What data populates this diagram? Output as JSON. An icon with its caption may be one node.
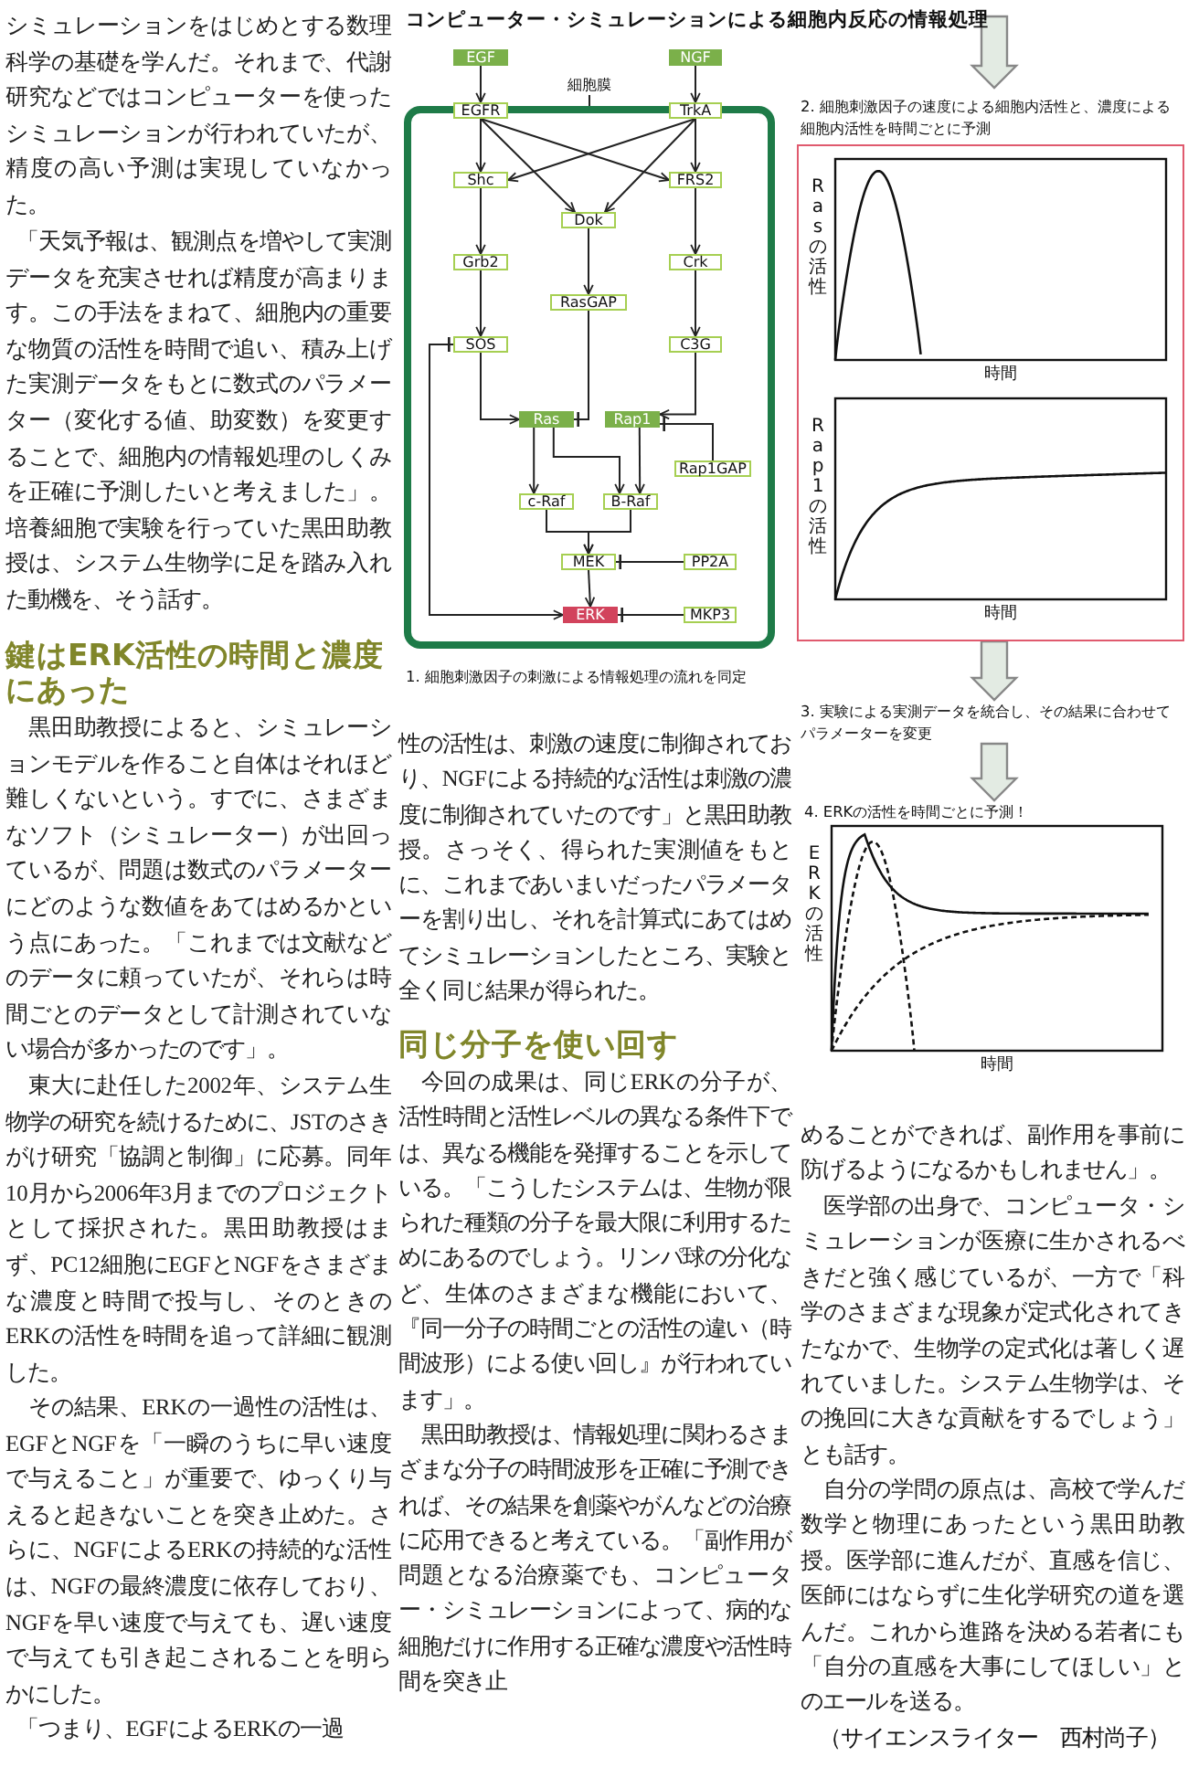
{
  "diagram": {
    "title": "コンピューター・シミュレーションによる細胞内反応の情報処理",
    "nodes": [
      {
        "text": [
          "EGF"
        ]
      },
      {
        "text": [
          "NGF"
        ]
      },
      {
        "text": [
          "細胞膜"
        ]
      },
      {
        "text": [],
        "shape": "box",
        "beside": [
          "1. 細胞刺激因子の刺激による情報処理の流れを同定"
        ]
      },
      {
        "text": [
          "EGFR"
        ]
      },
      {
        "text": [
          "TrkA"
        ]
      },
      {
        "text": [
          "Shc"
        ],
        "in": 3
      },
      {
        "text": [
          "FRS2"
        ],
        "in": 3
      },
      {
        "text": [
          "Dok"
        ],
        "in": 3
      },
      {
        "text": [
          "Grb2"
        ],
        "in": 3
      },
      {
        "text": [
          "Crk"
        ],
        "in": 3
      },
      {
        "text": [
          "RasGAP"
        ],
        "in": 3
      },
      {
        "text": [
          "SOS"
        ],
        "in": 3
      },
      {
        "text": [
          "C3G"
        ],
        "in": 3
      },
      {
        "text": [
          "Ras"
        ],
        "in": 3
      },
      {
        "text": [
          "Rap1"
        ],
        "in": 3
      },
      {
        "text": [
          "Rap1GAP"
        ],
        "in": 3
      },
      {
        "text": [
          "c-Raf"
        ],
        "in": 3
      },
      {
        "text": [
          "B-Raf"
        ],
        "in": 3
      },
      {
        "text": [
          "MEK"
        ],
        "in": 3
      },
      {
        "text": [
          "PP2A"
        ],
        "in": 3
      },
      {
        "text": [
          "ERK"
        ],
        "in": 3
      },
      {
        "text": [
          "MKP3"
        ],
        "in": 3
      },
      {
        "text": [
          "2. 細胞刺激因子の速度による細胞内活性と、濃度による細胞内活性を時間ごとに予測"
        ]
      },
      {
        "text": [
          "Rasの活性",
          "時間"
        ],
        "in": 23
      },
      {
        "text": [
          "Rap1の活性",
          "時間"
        ],
        "in": 23
      },
      {
        "text": [
          "3. 実験による実測データを統合し、その結果に合わせてパラメーターを変更"
        ]
      },
      {
        "text": [
          "4. ERKの活性を時間ごとに予測！",
          "ERKの活性",
          "時間"
        ]
      }
    ],
    "edges": [
      {
        "from": 0,
        "to": 4,
        "arrow": "to"
      },
      {
        "from": 1,
        "to": 5,
        "arrow": "to"
      },
      {
        "from": 2,
        "to": 3,
        "arrow": "none"
      },
      {
        "from": 4,
        "to": 6,
        "arrow": "to"
      },
      {
        "from": 4,
        "to": 8,
        "arrow": "to"
      },
      {
        "from": 4,
        "to": 7,
        "arrow": "to"
      },
      {
        "from": 5,
        "to": 6,
        "arrow": "to"
      },
      {
        "from": 5,
        "to": 8,
        "arrow": "to"
      },
      {
        "from": 5,
        "to": 7,
        "arrow": "to"
      },
      {
        "from": 6,
        "to": 9,
        "arrow": "to"
      },
      {
        "from": 9,
        "to": 12,
        "arrow": "to"
      },
      {
        "from": 12,
        "to": 14,
        "arrow": "to"
      },
      {
        "from": 7,
        "to": 10,
        "arrow": "to"
      },
      {
        "from": 10,
        "to": 13,
        "arrow": "to"
      },
      {
        "from": 13,
        "to": 15,
        "arrow": "to"
      },
      {
        "from": 8,
        "to": 11,
        "arrow": "to"
      },
      {
        "from": 11,
        "to": 14,
        "arrow": "other"
      },
      {
        "from": 16,
        "to": 15,
        "arrow": "other"
      },
      {
        "from": 14,
        "to": 17,
        "arrow": "to"
      },
      {
        "from": 14,
        "to": 18,
        "arrow": "to"
      },
      {
        "from": 15,
        "to": 18,
        "arrow": "to"
      },
      {
        "from": 17,
        "to": 19,
        "arrow": "to"
      },
      {
        "from": 18,
        "to": 19,
        "arrow": "to"
      },
      {
        "from": 19,
        "to": 21,
        "arrow": "to"
      },
      {
        "from": 20,
        "to": 19,
        "arrow": "other"
      },
      {
        "from": 22,
        "to": 21,
        "arrow": "other"
      },
      {
        "from": 12,
        "to": 21,
        "arrow": "to"
      },
      {
        "from": null,
        "to": 23,
        "arrow": "to",
        "style": "thick",
        "color": "#e3ebe3"
      },
      {
        "from": 23,
        "to": 26,
        "arrow": "to",
        "style": "thick",
        "color": "#e3ebe3"
      },
      {
        "from": 26,
        "to": 27,
        "arrow": "to",
        "style": "thick",
        "color": "#e3ebe3"
      }
    ],
    "labels": [
      "シミュレーションをはじめとする数理科学の基礎を学んだ。それまで、代謝研究などではコンピューターを使ったシミュレーションが行われていたが、精度の高い予測は実現していなかった。",
      "「天気予報は、観測点を増やして実測データを充実させれば精度が高まります。この手法をまねて、細胞内の重要な物質の活性を時間で追い、積み上げた実測データをもとに数式のパラメーター（変化する値、助変数）を変更することで、細胞内の情報処理のしくみを正確に予測したいと考えました」。培養細胞で実験を行っていた黒田助教授は、システム生物学に足を踏み入れた動機を、そう話す。",
      "鍵はERK活性の時間と濃度にあった",
      "黒田助教授によると、シミュレーションモデルを作ること自体はそれほど難しくないという。すでに、さまざまなソフト（シミュレーター）が出回っているが、問題は数式のパラメーターにどのような数値をあてはめるかという点にあった。「これまでは文献などのデータに頼っていたが、それらは時間ごとのデータとして計測されていない場合が多かったのです」。",
      "東大に赴任した2002年、システム生物学の研究を続けるために、JSTのさきがけ研究「協調と制御」に応募。同年10月から2006年3月までのプロジェクトとして採択された。黒田助教授はまず、PC12細胞にEGFとNGFをさまざまな濃度と時間で投与し、そのときのERKの活性を時間を追って詳細に観測した。",
      "その結果、ERKの一過性の活性は、EGFとNGFを「一瞬のうちに早い速度で与えること」が重要で、ゆっくり与えると起きないことを突き止めた。さらに、NGFによるERKの持続的な活性は、NGFの最終濃度に依存しており、NGFを早い速度で与えても、遅い速度で与えても引き起こされることを明らかにした。",
      "「つまり、EGFによるERKの一過",
      "性の活性は、刺激の速度に制御されており、NGFによる持続的な活性は刺激の濃度に制御されていたのです」と黒田助教授。さっそく、得られた実測値をもとに、これまであいまいだったパラメーターを割り出し、それを計算式にあてはめてシミュレーションしたところ、実験と全く同じ結果が得られた。",
      "同じ分子を使い回す",
      "今回の成果は、同じERKの分子が、活性時間と活性レベルの異なる条件下では、異なる機能を発揮することを示している。「こうしたシステムは、生物が限られた種類の分子を最大限に利用するためにあるのでしょう。リンパ球の分化など、生体のさまざまな機能において、『同一分子の時間ごとの活性の違い（時間波形）による使い回し』が行われています」。",
      "黒田助教授は、情報処理に関わるさまざまな分子の時間波形を正確に予測できれば、その結果を創薬やがんなどの治療に応用できると考えている。「副作用が問題となる治療薬でも、コンピューター・シミュレーションによって、病的な細胞だけに作用する正確な濃度や活性時間を突き止",
      "めることができれば、副作用を事前に防げるようになるかもしれません」。",
      "医学部の出身で、コンピュータ・シミュレーションが医療に生かされるべきだと強く感じているが、一方で「科学のさまざまな現象が定式化されてきたなかで、生物学の定式化は著しく遅れていました。システム生物学は、その挽回に大きな貢献をするでしょう」とも話す。",
      "自分の学問の原点は、高校で学んだ数学と物理にあったという黒田助教授。医学部に進んだが、直感を信じ、医師にはならずに生化学研究の道を選んだ。これから進路を決める若者にも「自分の直感を大事にしてほしい」とのエールを送る。",
      "（サイエンスライター　西村尚子）"
    ]
  }
}
